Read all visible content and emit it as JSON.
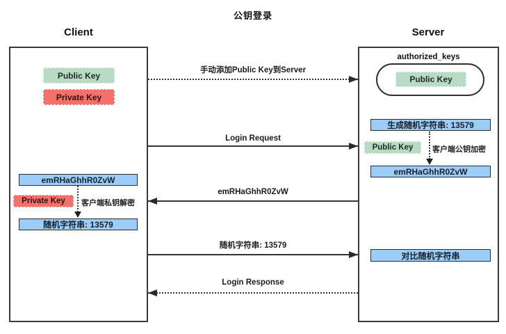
{
  "title": "公钥登录",
  "client": {
    "label": "Client",
    "public_key": "Public Key",
    "private_key": "Private Key",
    "cipher_text": "emRHaGhhR0ZvW",
    "private_key_small": "Private Key",
    "decrypt_note": "客户端私钥解密",
    "random_result": "随机字符串: 13579"
  },
  "server": {
    "label": "Server",
    "authorized_keys": "authorized_keys",
    "stored_public_key": "Public Key",
    "generate_random": "生成随机字符串: 13579",
    "public_key_small": "Public Key",
    "encrypt_note": "客户端公钥加密",
    "cipher_text": "emRHaGhhR0ZvW",
    "compare_random": "对比随机字符串"
  },
  "messages": [
    {
      "label": "手动添加Public Key到Server",
      "direction": "right",
      "style": "dotted"
    },
    {
      "label": "Login Request",
      "direction": "right",
      "style": "solid"
    },
    {
      "label": "emRHaGhhR0ZvW",
      "direction": "left",
      "style": "solid"
    },
    {
      "label": "随机字符串: 13579",
      "direction": "right",
      "style": "solid"
    },
    {
      "label": "Login Response",
      "direction": "left",
      "style": "dotted"
    }
  ],
  "colors": {
    "box_blue": "#9dcdf6",
    "key_green": "#b7dcc3",
    "key_red": "#f4706b",
    "line": "#333333"
  }
}
